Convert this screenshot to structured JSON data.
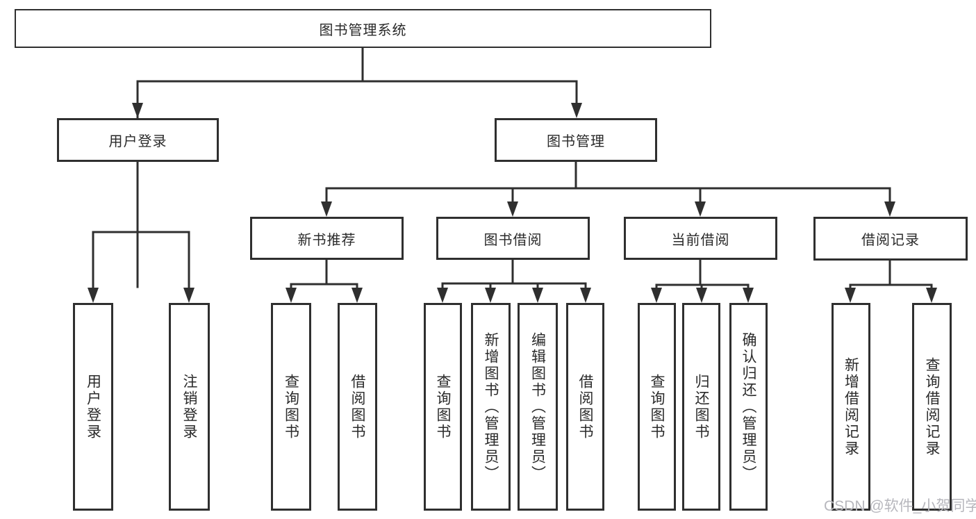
{
  "diagram": {
    "root": {
      "label": "图书管理系统"
    },
    "branches": [
      {
        "label": "用户登录",
        "children": [
          {
            "label": "用户登录"
          },
          {
            "label": "注销登录"
          }
        ]
      },
      {
        "label": "图书管理",
        "children": [
          {
            "label": "新书推荐",
            "children": [
              {
                "label": "查询图书"
              },
              {
                "label": "借阅图书"
              }
            ]
          },
          {
            "label": "图书借阅",
            "children": [
              {
                "label": "查询图书"
              },
              {
                "label": "新增图书（管理员）"
              },
              {
                "label": "编辑图书（管理员）"
              },
              {
                "label": "借阅图书"
              }
            ]
          },
          {
            "label": "当前借阅",
            "children": [
              {
                "label": "查询图书"
              },
              {
                "label": "归还图书"
              },
              {
                "label": "确认归还（管理员）"
              }
            ]
          },
          {
            "label": "借阅记录",
            "children": [
              {
                "label": "新增借阅记录"
              },
              {
                "label": "查询借阅记录"
              }
            ]
          }
        ]
      }
    ]
  },
  "watermark": {
    "text": "CSDN @软件_小贺同学"
  },
  "colors": {
    "line": "#2f2f2f",
    "text": "#2a2a2a",
    "watermark": "#b7b7bd",
    "background": "#ffffff"
  }
}
